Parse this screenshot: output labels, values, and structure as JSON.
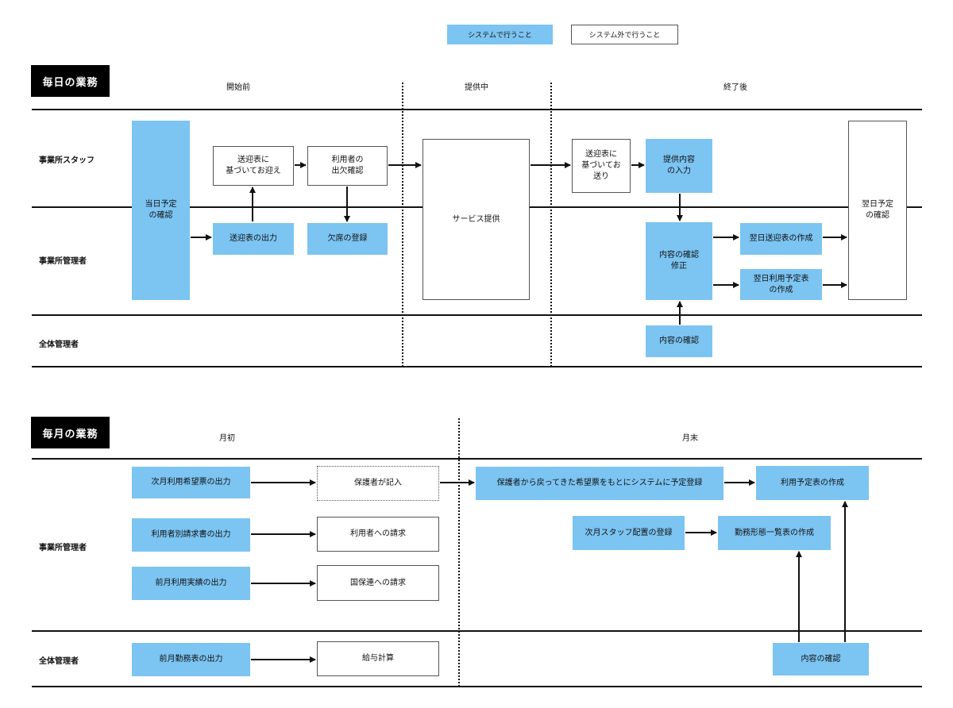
{
  "legend": {
    "system": "システムで行うこと",
    "external": "システム外で行うこと"
  },
  "colors": {
    "system": "#7cc4f2",
    "external": "#ffffff",
    "title_bg": "#000000"
  },
  "daily": {
    "title": "毎日の業務",
    "phases": {
      "before": "開始前",
      "during": "提供中",
      "after": "終了後"
    },
    "lanes": {
      "staff": "事業所スタッフ",
      "manager": "事業所管理者",
      "admin": "全体管理者"
    },
    "boxes": {
      "today_plan": "当日予定\nの確認",
      "pickup": "送迎表に\n基づいてお迎え",
      "attendance": "利用者の\n出欠確認",
      "output_schedule": "送迎表の出力",
      "absence_register": "欠席の登録",
      "service": "サービス提供",
      "dropoff": "送迎表に\n基づいてお\n送り",
      "input_content": "提供内容\nの入力",
      "check_fix": "内容の確認\n修正",
      "next_transport": "翌日送迎表の作成",
      "next_usage": "翌日利用予定表\nの作成",
      "admin_check": "内容の確認",
      "next_plan": "翌日予定\nの確認"
    }
  },
  "monthly": {
    "title": "毎月の業務",
    "phases": {
      "start": "月初",
      "end": "月末"
    },
    "lanes": {
      "manager": "事業所管理者",
      "admin": "全体管理者"
    },
    "boxes": {
      "wish_output": "次月利用希望票の出力",
      "guardian_fill": "保護者が記入",
      "register_plan": "保護者から戻ってきた希望票をもとにシステムに予定登録",
      "usage_plan": "利用予定表の作成",
      "billing_output": "利用者別請求書の出力",
      "user_billing": "利用者への請求",
      "staff_assign": "次月スタッフ配置の登録",
      "work_table": "勤務形態一覧表の作成",
      "results_output": "前月利用実績の出力",
      "national_billing": "国保連への請求",
      "attendance_output": "前月勤務表の出力",
      "payroll": "給与計算",
      "admin_check": "内容の確認"
    }
  }
}
